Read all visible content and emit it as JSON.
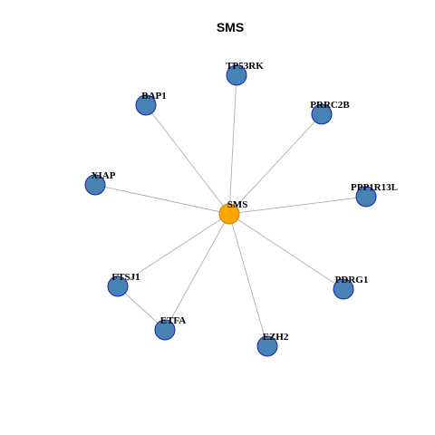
{
  "title": "SMS",
  "colors": {
    "hub_fill": "#FFA500",
    "hub_stroke": "#B8860B",
    "node_fill": "#4682B4",
    "node_stroke": "#1E22AA",
    "edge": "#B0B0B0"
  },
  "nodes": [
    {
      "id": "SMS",
      "label": "SMS",
      "hub": true
    },
    {
      "id": "TP53RK",
      "label": "TP53RK",
      "hub": false
    },
    {
      "id": "PRRC2B",
      "label": "PRRC2B",
      "hub": false
    },
    {
      "id": "PPP1R13L",
      "label": "PPP1R13L",
      "hub": false
    },
    {
      "id": "PDRG1",
      "label": "PDRG1",
      "hub": false
    },
    {
      "id": "EZH2",
      "label": "EZH2",
      "hub": false
    },
    {
      "id": "ETFA",
      "label": "ETFA",
      "hub": false
    },
    {
      "id": "FTSJ1",
      "label": "FTSJ1",
      "hub": false
    },
    {
      "id": "XIAP",
      "label": "XIAP",
      "hub": false
    },
    {
      "id": "BAP1",
      "label": "BAP1",
      "hub": false
    }
  ],
  "edges": [
    {
      "source": "SMS",
      "target": "TP53RK"
    },
    {
      "source": "SMS",
      "target": "PRRC2B"
    },
    {
      "source": "SMS",
      "target": "PPP1R13L"
    },
    {
      "source": "SMS",
      "target": "PDRG1"
    },
    {
      "source": "SMS",
      "target": "EZH2"
    },
    {
      "source": "SMS",
      "target": "ETFA"
    },
    {
      "source": "SMS",
      "target": "FTSJ1"
    },
    {
      "source": "SMS",
      "target": "XIAP"
    },
    {
      "source": "SMS",
      "target": "BAP1"
    },
    {
      "source": "FTSJ1",
      "target": "ETFA"
    }
  ]
}
